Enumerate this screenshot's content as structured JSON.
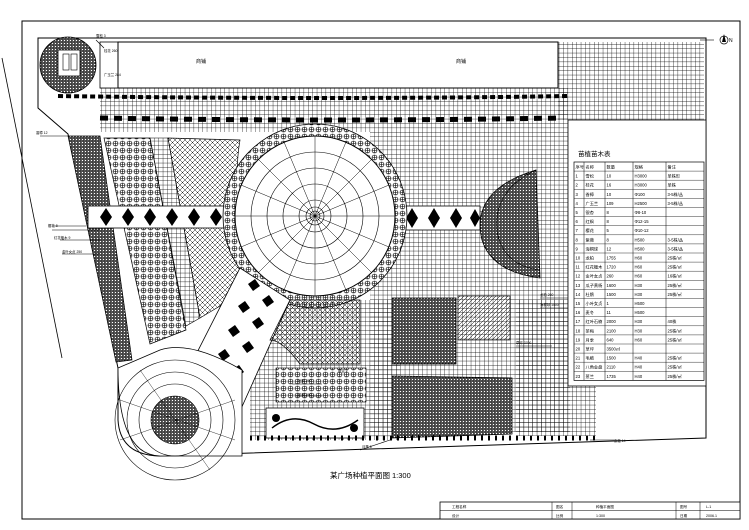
{
  "drawing": {
    "title": "某广场种植平面图",
    "scale": "1:300",
    "north_mark": "N"
  },
  "building_labels": [
    "商铺",
    "商铺"
  ],
  "plant_table": {
    "title": "苗植苗木表",
    "headers": [
      "序号",
      "名称",
      "数量",
      "规格",
      "备注"
    ],
    "rows": [
      [
        "1",
        "雪松",
        "10",
        "H3000",
        "单株形"
      ],
      [
        "2",
        "桂花",
        "16",
        "H3000",
        "单株"
      ],
      [
        "3",
        "香樟",
        "10",
        "Φ100",
        "3-5株/丛"
      ],
      [
        "4",
        "广玉兰",
        "109",
        "H2500",
        "3-5株/丛"
      ],
      [
        "5",
        "银杏",
        "8",
        "Φ8-10",
        ""
      ],
      [
        "6",
        "红枫",
        "8",
        "Φ12-15",
        ""
      ],
      [
        "7",
        "樱花",
        "5",
        "Φ10-12",
        ""
      ],
      [
        "8",
        "紫薇",
        "8",
        "H500",
        "3-5株/丛"
      ],
      [
        "9",
        "海桐球",
        "12",
        "H500",
        "3-5株/丛"
      ],
      [
        "10",
        "龙柏",
        "1755",
        "H60",
        "25株/㎡"
      ],
      [
        "11",
        "红花檵木",
        "1720",
        "H60",
        "25株/㎡"
      ],
      [
        "12",
        "金叶女贞",
        "260",
        "H60",
        "16株/㎡"
      ],
      [
        "13",
        "瓜子黄杨",
        "1600",
        "H30",
        "25株/㎡"
      ],
      [
        "14",
        "杜鹃",
        "1500",
        "H30",
        "25株/㎡"
      ],
      [
        "15",
        "小叶女贞",
        "1",
        "H500",
        ""
      ],
      [
        "16",
        "麦冬",
        "11",
        "H500",
        ""
      ],
      [
        "17",
        "红叶石楠",
        "2000",
        "H30",
        "40株"
      ],
      [
        "18",
        "茶梅",
        "2100",
        "H30",
        "25株/㎡"
      ],
      [
        "19",
        "月季",
        "640",
        "H60",
        "25株/㎡"
      ],
      [
        "20",
        "草坪",
        "3500㎡",
        "",
        ""
      ],
      [
        "21",
        "毛鹃",
        "1500",
        "H40",
        "25株/㎡"
      ],
      [
        "22",
        "八角金盘",
        "2110",
        "H40",
        "25株/㎡"
      ],
      [
        "23",
        "葱兰",
        "1735",
        "H40",
        "25株/㎡"
      ]
    ]
  },
  "leader_labels": [
    "雪松 3",
    "桂花 260",
    "广玉兰 284",
    "香樟 12",
    "樱花 8",
    "红花檵木 9",
    "金叶女贞 250",
    "龙柏 260",
    "海桐球 1500",
    "草坪 3700",
    "杜鹃 250",
    "红枫 250",
    "银杏 2",
    "月季 8",
    "紫薇 14"
  ],
  "title_block": {
    "row1": [
      "工程名称",
      "图名",
      "种植平面图",
      "图号",
      "L-1"
    ],
    "row2": [
      "设计",
      "比例",
      "1:300",
      "日期",
      "2006.1"
    ]
  },
  "colors": {
    "line": "#000000",
    "paper": "#ffffff"
  }
}
